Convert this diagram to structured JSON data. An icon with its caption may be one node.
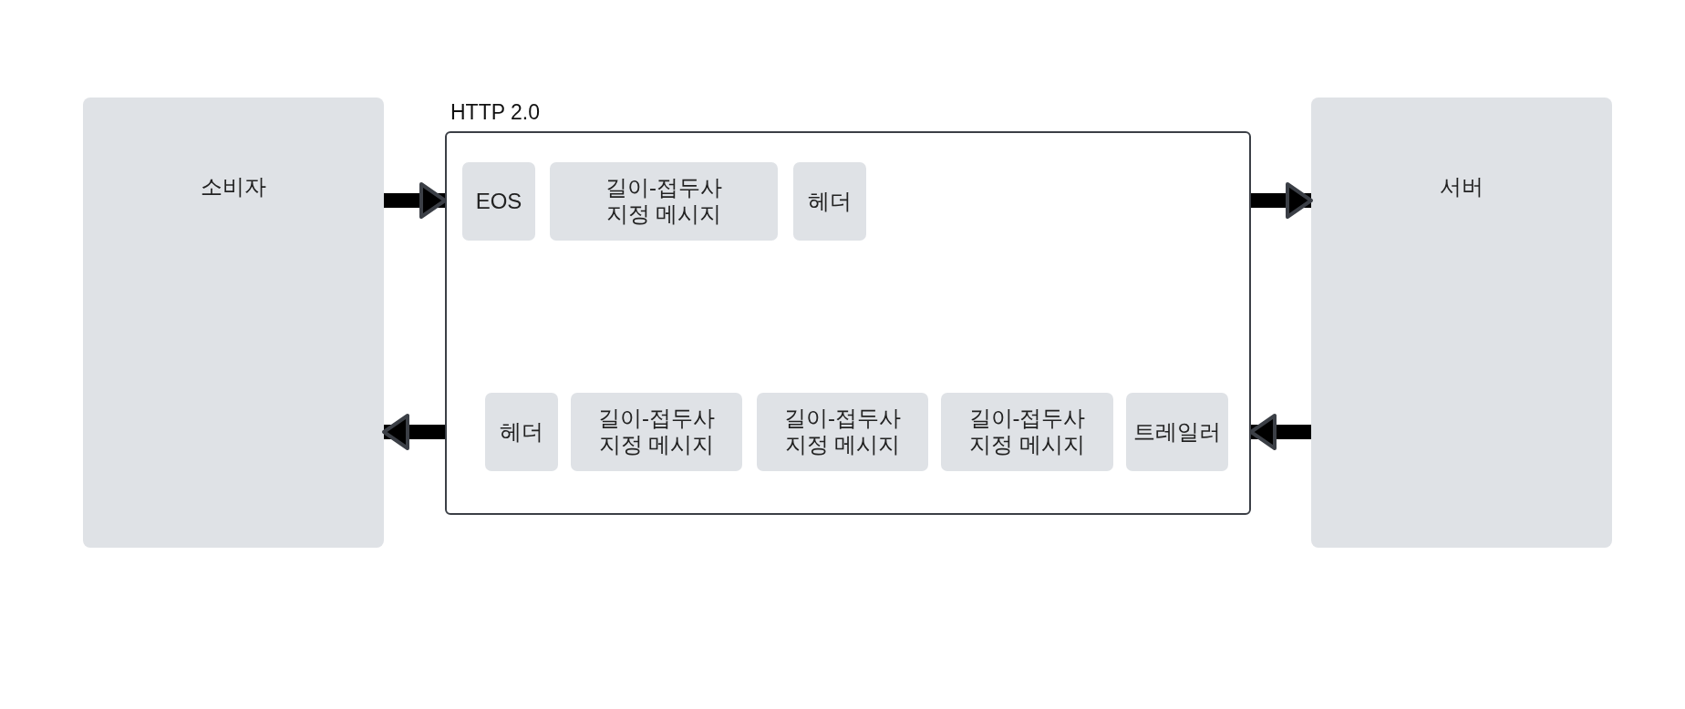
{
  "diagram": {
    "nodes": [
      {
        "text": [
          "소비자"
        ]
      },
      {
        "text": [
          "HTTP 2.0"
        ]
      },
      {
        "text": [
          "EOS"
        ],
        "in": 1
      },
      {
        "text": [
          "길이-접두사 지정 메시지"
        ],
        "in": 1
      },
      {
        "text": [
          "헤더"
        ],
        "in": 1
      },
      {
        "text": [
          "헤더"
        ],
        "in": 1
      },
      {
        "text": [
          "길이-접두사 지정 메시지"
        ],
        "in": 1
      },
      {
        "text": [
          "길이-접두사 지정 메시지"
        ],
        "in": 1
      },
      {
        "text": [
          "길이-접두사 지정 메시지"
        ],
        "in": 1
      },
      {
        "text": [
          "트레일러"
        ],
        "in": 1
      },
      {
        "text": [
          "서버"
        ]
      }
    ],
    "edges": [
      {
        "from": 0,
        "to": 1,
        "arrow": "to"
      },
      {
        "from": 1,
        "to": 10,
        "arrow": "to"
      },
      {
        "from": 10,
        "to": 1,
        "arrow": "to"
      },
      {
        "from": 1,
        "to": 0,
        "arrow": "to"
      }
    ]
  }
}
